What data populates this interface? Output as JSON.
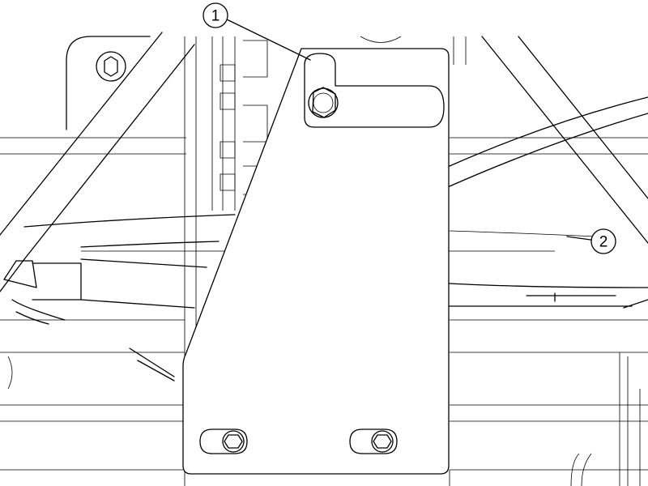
{
  "callouts": [
    {
      "label": "1",
      "target": "mounting-bracket"
    },
    {
      "label": "2",
      "target": "frame-rail"
    }
  ],
  "colors": {
    "line": "#000000",
    "background": "#ffffff"
  }
}
